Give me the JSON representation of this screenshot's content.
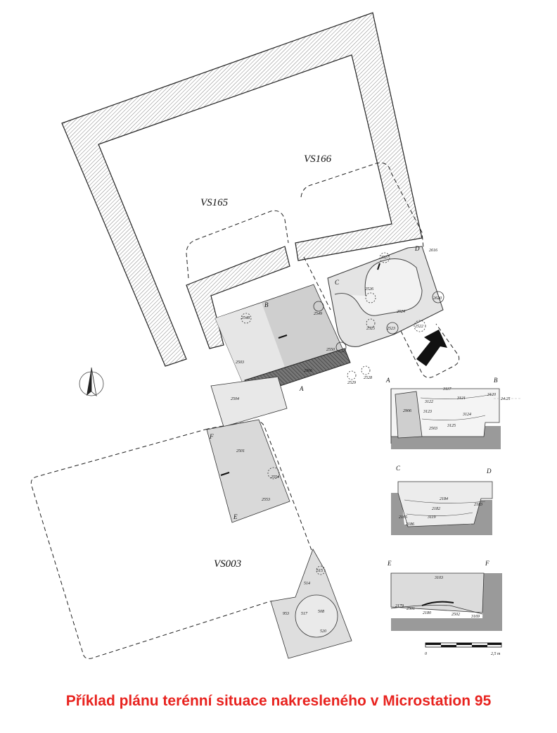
{
  "plan": {
    "areas": [
      "VS166",
      "VS165",
      "VS003"
    ],
    "section_letters": [
      "A",
      "B",
      "C",
      "D",
      "E",
      "F"
    ],
    "contexts_main": [
      "2548",
      "2549",
      "2503",
      "2550",
      "2906",
      "2527",
      "2526",
      "2524",
      "2525",
      "2523",
      "2522",
      "2616",
      "2620",
      "2529",
      "2528",
      "2504",
      "2501",
      "2554",
      "2553"
    ],
    "contexts_lower": [
      "515",
      "514",
      "953",
      "517",
      "508",
      "520"
    ]
  },
  "sections": {
    "ab": {
      "start": "A",
      "end": "B",
      "labels": [
        "3117",
        "3120",
        "3121",
        "3122",
        "3123",
        "3124",
        "3125",
        "2503",
        "2906"
      ],
      "level": "24.25"
    },
    "cd": {
      "start": "C",
      "end": "D",
      "labels": [
        "2184",
        "2182",
        "3119",
        "2165",
        "2186",
        "2183"
      ]
    },
    "ef": {
      "start": "E",
      "end": "F",
      "labels": [
        "3103",
        "2179",
        "2501",
        "2180",
        "2502",
        "3169"
      ]
    }
  },
  "scale": {
    "start": "0",
    "end": "2,5 m"
  },
  "caption": "Příklad plánu terénní situace nakresleného v Microstation 95",
  "colors": {
    "caption": "#e8231f",
    "fill_light": "#e2e2e2",
    "fill_mid": "#cfcfcf",
    "fill_dark": "#9a9a9a"
  }
}
